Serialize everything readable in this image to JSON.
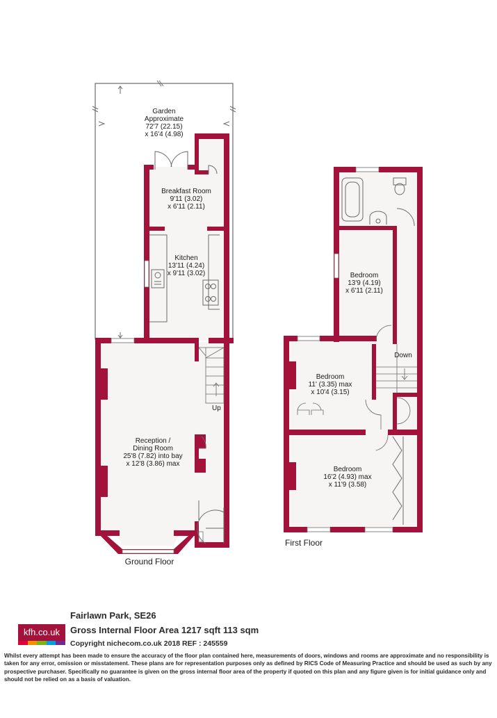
{
  "colors": {
    "wall": "#a3123a",
    "floor": "#f7f4f4",
    "line": "#6a6a6a"
  },
  "rooms": {
    "garden": [
      "Garden",
      "Approximate",
      "72'7 (22.15)",
      "x 16'4 (4.98)"
    ],
    "breakfast": [
      "Breakfast Room",
      "9'11 (3.02)",
      "x 6'11 (2.11)"
    ],
    "kitchen": [
      "Kitchen",
      "13'11 (4.24)",
      "x 9'11 (3.02)"
    ],
    "reception": [
      "Reception /",
      "Dining Room",
      "25'8 (7.82) into bay",
      "x 12'8 (3.86) max"
    ],
    "bedroom1": [
      "Bedroom",
      "13'9 (4.19)",
      "x 6'11 (2.11)"
    ],
    "bedroom2": [
      "Bedroom",
      "11' (3.35) max",
      "x 10'4 (3.15)"
    ],
    "bedroom3": [
      "Bedroom",
      "16'2 (4.93) max",
      "x 11'9 (3.58)"
    ]
  },
  "labels": {
    "up": "Up",
    "down": "Down",
    "ground_floor": "Ground Floor",
    "first_floor": "First Floor"
  },
  "footer": {
    "logo": "kfh.co.uk",
    "logo_stripes": [
      "#e4003b",
      "#f39200",
      "#7cb518",
      "#00a0e3",
      "#6c2c91"
    ],
    "address": "Fairlawn Park, SE26",
    "area": "Gross Internal Floor Area 1217 sqft 113 sqm",
    "copyright": "Copyright nichecom.co.uk 2018 REF : 245559",
    "disclaimer": "Whilst every attempt has been made to ensure the accuracy of the floor plan contained here, measurements of doors, windows and rooms are approximate and no responsibility is taken for any error, omission or misstatement.  These plans are for representation purposes only as defined by RICS Code of Measuring Practice and should be used as such by any prospective purchaser.  Specifically no guarantee is given on the gross internal floor area of the property if quoted on this plan and any figure given is for initial guidance only and should not be relied on as a basis of valuation."
  }
}
